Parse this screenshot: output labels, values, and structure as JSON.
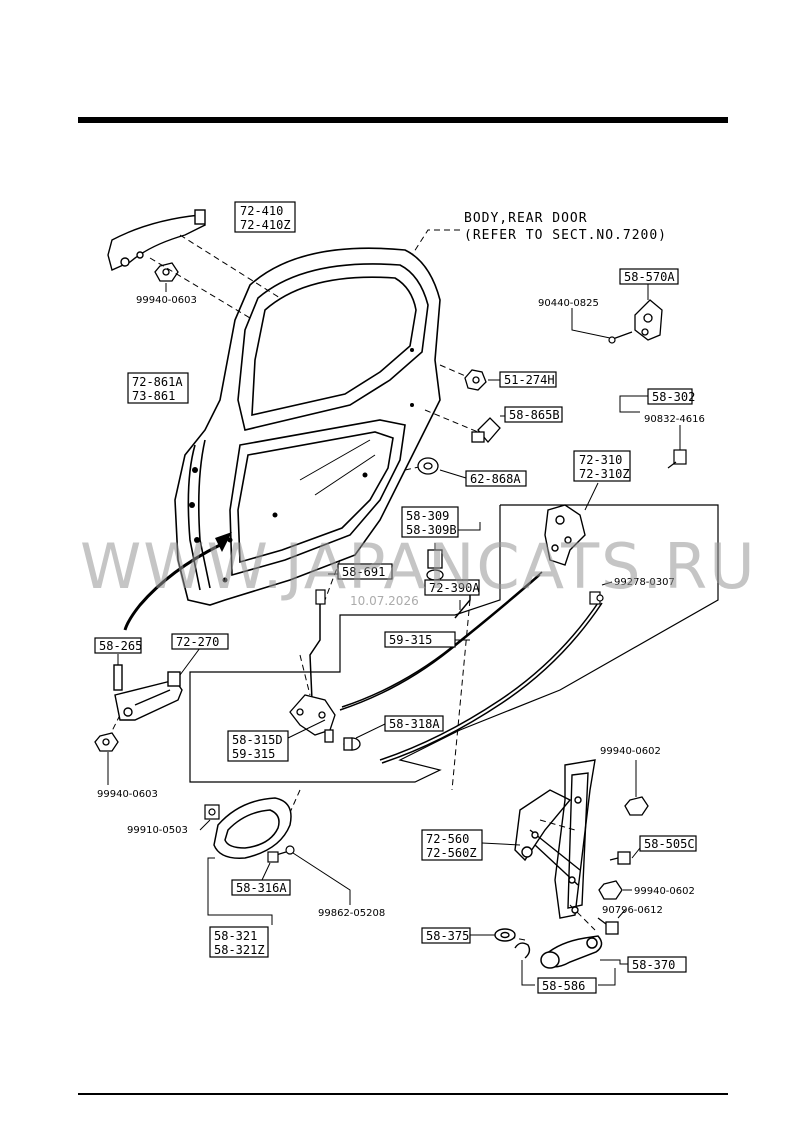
{
  "title_lines": [
    "BODY,REAR DOOR",
    "(REFER TO SECT.NO.7200)"
  ],
  "boxed_labels": {
    "handle_outer": [
      "72-410",
      "72-410Z"
    ],
    "glass": [
      "72-861A",
      "73-861"
    ],
    "clip_274": [
      "51-274H"
    ],
    "bumper_865": [
      "58-865B"
    ],
    "grommet_868": [
      "62-868A"
    ],
    "striker": [
      "58-570A"
    ],
    "lock_302": [
      "58-302"
    ],
    "latch": [
      "72-310",
      "72-310Z"
    ],
    "cylinder": [
      "58-309",
      "58-309B"
    ],
    "rod_691": [
      "58-691"
    ],
    "rod_390": [
      "72-390A"
    ],
    "cable_315": [
      "59-315"
    ],
    "checker_265": [
      "58-265"
    ],
    "checker_270": [
      "72-270"
    ],
    "rod_315d": [
      "58-315D",
      "59-315"
    ],
    "knob_318": [
      "58-318A"
    ],
    "handle_inner_316": [
      "58-316A"
    ],
    "handle_inner_321": [
      "58-321",
      "58-321Z"
    ],
    "regulator": [
      "72-560",
      "72-560Z"
    ],
    "bolt_505": [
      "58-505C"
    ],
    "washer_375": [
      "58-375"
    ],
    "crank_370": [
      "58-370"
    ],
    "clip_586": [
      "58-586"
    ]
  },
  "plain_labels": {
    "nut_603_top": "99940-0603",
    "bolt_0825": "90440-0825",
    "bolt_4616": "90832-4616",
    "clip_0307": "99278-0307",
    "nut_603_bottom": "99940-0603",
    "nut_0602_top": "99940-0602",
    "clip_0503": "99910-0503",
    "screw_05208": "99862-05208",
    "nut_0602_bottom": "99940-0602",
    "bolt_0612": "90796-0612"
  },
  "watermark": {
    "text": "WWW.JAPANCATS.RU",
    "date": "10.07.2026"
  }
}
